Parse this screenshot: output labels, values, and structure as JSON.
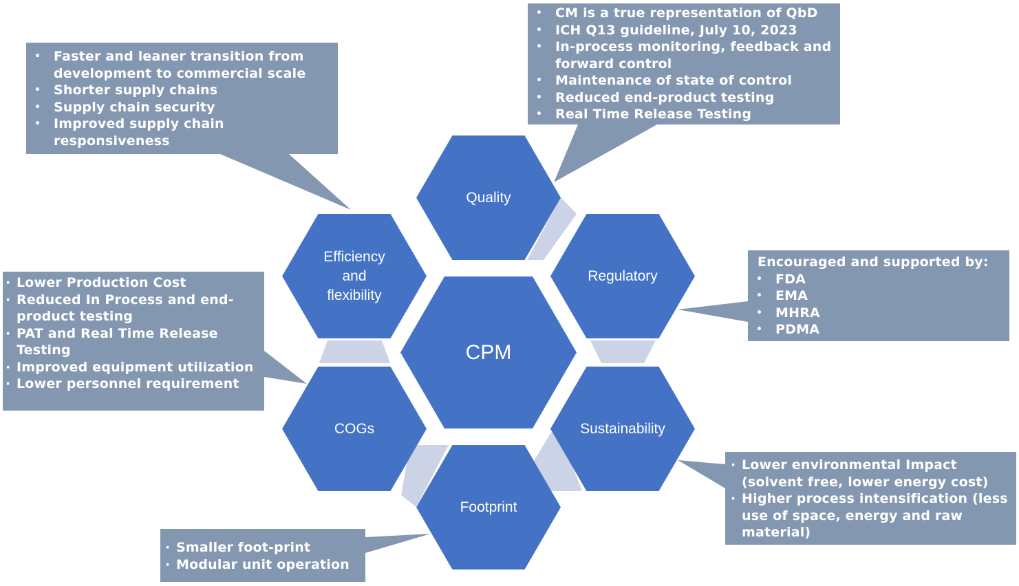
{
  "colors": {
    "hex_fill": "#4472C4",
    "connector_fill": "#CDD3E6",
    "callout_fill": "#8497B0",
    "text_on_dark": "#FFFFFF"
  },
  "center": {
    "label": "CPM"
  },
  "hexagons": [
    {
      "id": "quality",
      "label": "Quality"
    },
    {
      "id": "regulatory",
      "label": "Regulatory"
    },
    {
      "id": "sustainability",
      "label": "Sustainability"
    },
    {
      "id": "footprint",
      "label": "Footprint"
    },
    {
      "id": "cogs",
      "label": "COGs"
    },
    {
      "id": "efficiency",
      "label": "Efficiency\nand\nflexibility"
    }
  ],
  "callouts": {
    "quality": {
      "items": [
        "CM is a true representation of QbD",
        "ICH Q13 guideline, July 10, 2023",
        "In-process monitoring, feedback and forward control",
        "Maintenance of state of control",
        "Reduced end-product testing",
        "Real Time Release Testing"
      ]
    },
    "efficiency": {
      "items": [
        "Faster and leaner transition from development to commercial scale",
        "Shorter supply chains",
        "Supply chain security",
        "Improved supply chain responsiveness"
      ]
    },
    "regulatory": {
      "heading": "Encouraged and supported by:",
      "items": [
        "FDA",
        "EMA",
        "MHRA",
        "PDMA"
      ]
    },
    "cogs": {
      "items": [
        "Lower Production Cost",
        "Reduced In Process and end-product testing",
        "PAT and Real Time Release Testing",
        "Improved equipment utilization",
        "Lower personnel requirement"
      ]
    },
    "sustainability": {
      "items": [
        "Lower environmental Impact (solvent free, lower energy cost)",
        "Higher process intensification (less use of space, energy and raw material)"
      ]
    },
    "footprint": {
      "items": [
        "Smaller foot-print",
        "Modular unit operation"
      ]
    }
  }
}
